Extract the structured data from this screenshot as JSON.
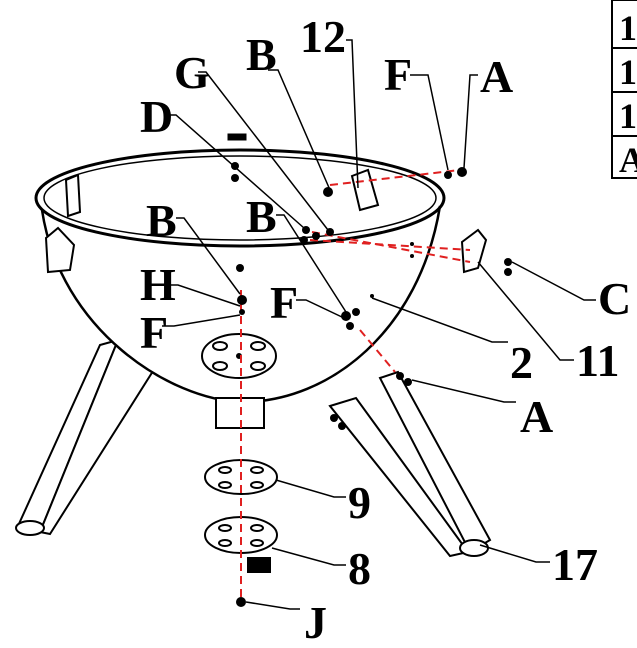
{
  "labels": {
    "B_top": "B",
    "n12": "12",
    "F_top": "F",
    "A_top": "A",
    "G": "G",
    "D": "D",
    "B_left": "B",
    "B_mid": "B",
    "H": "H",
    "F_left": "F",
    "F_mid": "F",
    "C": "C",
    "n2": "2",
    "n11": "11",
    "A_right": "A",
    "n9": "9",
    "n8": "8",
    "n17": "17",
    "J": "J"
  },
  "table_rows": [
    "1",
    "1",
    "1",
    "A"
  ],
  "colors": {
    "line": "#000000",
    "dash": "#e02020"
  }
}
